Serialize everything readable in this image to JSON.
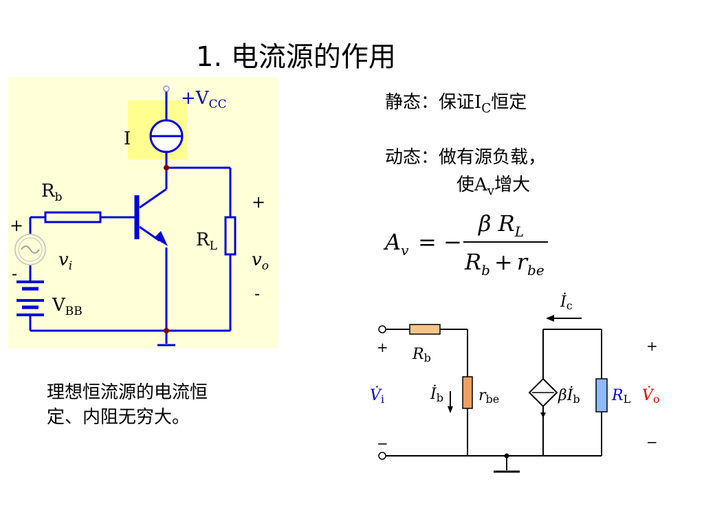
{
  "title": "1. 电流源的作用",
  "colors": {
    "wire": "#0000d8",
    "panel": "#ffffd8",
    "highlight": "#ffff90",
    "resistor_fill": "#f6c487",
    "orange_res": "#f0a060",
    "node": "#800000"
  },
  "left_circuit": {
    "vcc_prefix": "+V",
    "vcc_sub": "CC",
    "i_label": "I",
    "rb": "R",
    "rb_sub": "b",
    "rl": "R",
    "rl_sub": "L",
    "plus_in": "+",
    "minus_in": "-",
    "vi": "v",
    "vi_sub": "i",
    "vbb": "V",
    "vbb_sub": "BB",
    "plus_out": "+",
    "minus_out": "-",
    "vo": "v",
    "vo_sub": "o"
  },
  "static_label": "静态：保证",
  "static_ic": "I",
  "static_ic_sub": "C",
  "static_tail": "恒定",
  "dynamic_line1": "动态：做有源负载，",
  "dynamic_line2a": "使",
  "dynamic_av": "A",
  "dynamic_av_sub": "v",
  "dynamic_line2b": "增大",
  "formula": {
    "lhs": "A",
    "lhs_sub": "v",
    "eq": "= −",
    "num": "β R",
    "num_sub": "L",
    "den1": "R",
    "den1_sub": "b",
    "den_plus": "+",
    "den2": "r",
    "den2_sub": "be"
  },
  "caption_line1": "理想恒流源的电流恒",
  "caption_line2": "定、内阻无穷大。",
  "small_signal": {
    "ic": "İ",
    "ic_sub": "c",
    "rb": "R",
    "rb_sub": "b",
    "ib": "İ",
    "ib_sub": "b",
    "rbe": "r",
    "rbe_sub": "be",
    "beta": "β",
    "beta_ib": "İ",
    "beta_ib_sub": "b",
    "rl": "R",
    "rl_sub": "L",
    "vi": "V̇",
    "vi_sub": "i",
    "vo": "V̇",
    "vo_sub": "o",
    "plus_left": "+",
    "minus_left": "−",
    "plus_right": "+",
    "minus_right": "−"
  }
}
